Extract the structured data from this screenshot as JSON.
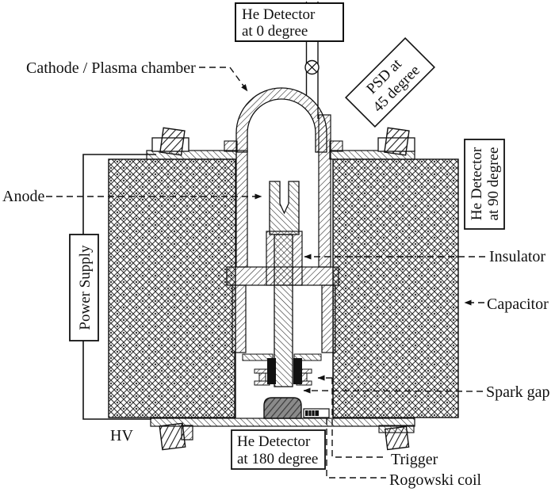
{
  "figure": {
    "type": "device-schematic",
    "subject": "Dense plasma focus device cross-section with detectors"
  },
  "labels": {
    "he0": {
      "line1": "He Detector",
      "line2": "at 0 degree"
    },
    "cathode": "Cathode / Plasma chamber",
    "psd": {
      "line1": "PSD at",
      "line2": "45 degree"
    },
    "he90": {
      "line1": "He Detector",
      "line2": "at 90 degree"
    },
    "anode": "Anode",
    "power_supply": "Power Supply",
    "insulator": "Insulator",
    "capacitor": "Capacitor",
    "spark_gap": "Spark gap",
    "hv": "HV",
    "he180": {
      "line1": "He Detector",
      "line2": "at 180 degree"
    },
    "trigger": "Trigger",
    "rogowski": "Rogowski coil"
  },
  "symbols": {
    "viewport": "circle-with-x"
  },
  "colors": {
    "ink": "#111111",
    "paper": "#ffffff",
    "trigger_gray": "#8a8a8a"
  }
}
